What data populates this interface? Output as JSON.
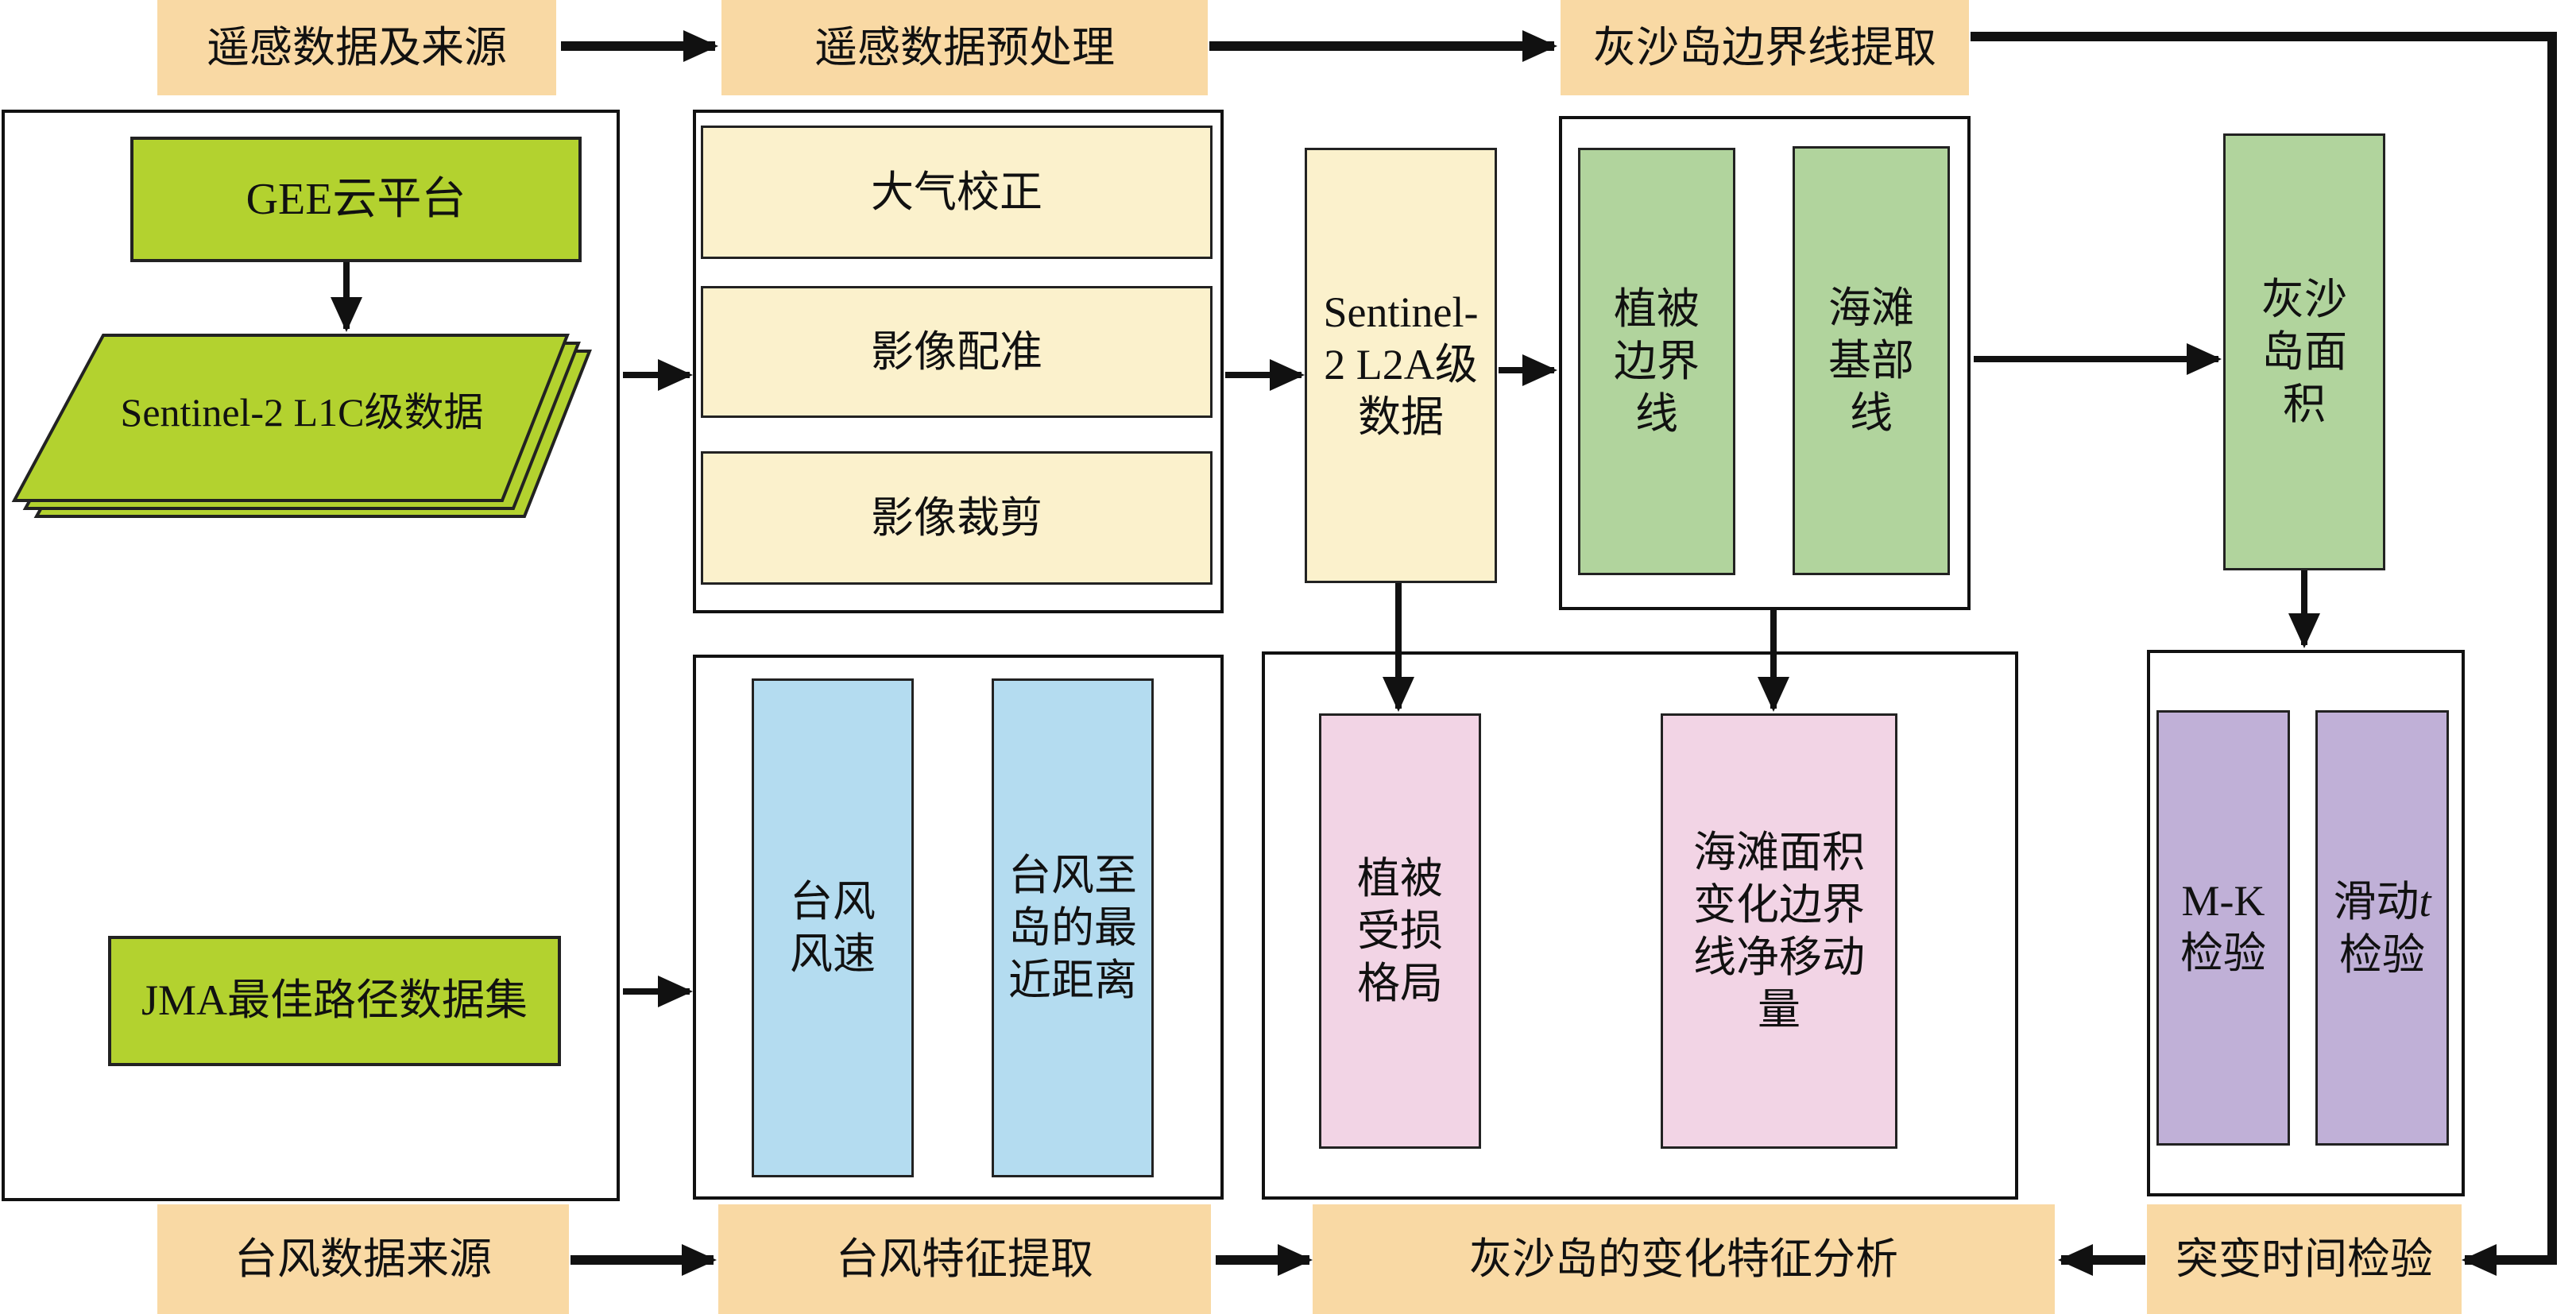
{
  "headers": {
    "rs_source": "遥感数据及来源",
    "rs_preprocess": "遥感数据预处理",
    "boundary_extract": "灰沙岛边界线提取",
    "typhoon_source": "台风数据来源",
    "typhoon_feature": "台风特征提取",
    "change_analysis": "灰沙岛的变化特征分析",
    "abrupt_test": "突变时间检验"
  },
  "source": {
    "gee": "GEE云平台",
    "sentinel_l1c": "Sentinel-2 L1C级数据",
    "jma": "JMA最佳路径数据集"
  },
  "preprocess": {
    "atmospheric": "大气校正",
    "registration": "影像配准",
    "clipping": "影像裁剪"
  },
  "l2a": "Sentinel-2 L2A级数据",
  "boundaries": {
    "vegetation": "植被边界线",
    "beach": "海滩基部线"
  },
  "area": "灰沙岛面积",
  "typhoon": {
    "speed": "台风风速",
    "distance": "台风至岛的最近距离"
  },
  "changes": {
    "veg_damage": "植被受损格局",
    "beach_change": "海滩面积变化边界线净移动量"
  },
  "tests": {
    "mk": "M-K检验",
    "t_prefix": "滑动",
    "t_italic": "t",
    "t_suffix": "检验"
  },
  "colors": {
    "header": "#f9d9a4",
    "lime": "#b3d22f",
    "cream": "#fbf1cc",
    "green": "#b1d49d",
    "blue": "#b4dcf0",
    "pink": "#f2d4e5",
    "purple": "#c0b0d7"
  }
}
